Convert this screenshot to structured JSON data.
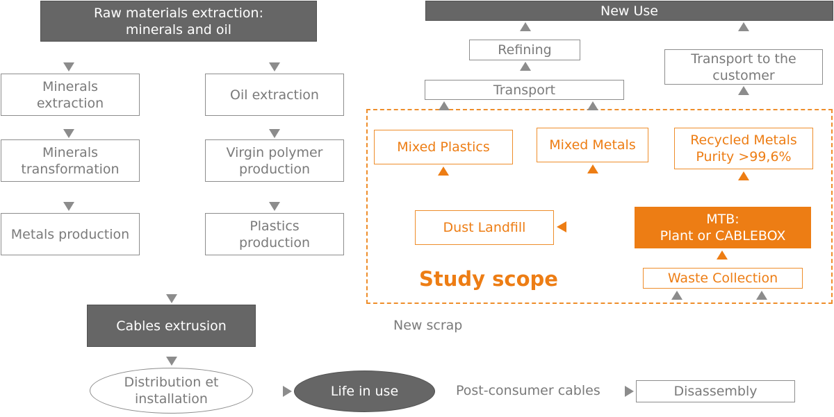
{
  "colors": {
    "gray_border": "#8c8c8c",
    "gray_text": "#7a7a7a",
    "dark_fill": "#666666",
    "orange": "#ed7d14",
    "arrow_gray": "#8c8c8c",
    "arrow_orange": "#ed7d14"
  },
  "nodes": {
    "raw_materials": "Raw materials extraction:\nminerals and oil",
    "minerals_extraction": "Minerals\nextraction",
    "minerals_transformation": "Minerals\ntransformation",
    "metals_production": "Metals production",
    "oil_extraction": "Oil extraction",
    "virgin_polymer": "Virgin polymer\nproduction",
    "plastics_production": "Plastics\nproduction",
    "cables_extrusion": "Cables extrusion",
    "distribution": "Distribution et\ninstallation",
    "life_in_use": "Life in use",
    "post_consumer": "Post-consumer cables",
    "disassembly": "Disassembly",
    "new_scrap": "New scrap",
    "new_use": "New Use",
    "refining": "Refining",
    "transport": "Transport",
    "transport_customer": "Transport to the\ncustomer",
    "mixed_plastics": "Mixed Plastics",
    "mixed_metals": "Mixed Metals",
    "recycled_metals": "Recycled Metals\nPurity >99,6%",
    "dust_landfill": "Dust Landfill",
    "mtb": "MTB:\nPlant or CABLEBOX",
    "waste_collection": "Waste Collection",
    "study_scope": "Study scope"
  },
  "arrows": {
    "gray": [
      {
        "from": "raw_materials",
        "to": "minerals_extraction",
        "dir": "down"
      },
      {
        "from": "raw_materials",
        "to": "oil_extraction",
        "dir": "down"
      },
      {
        "from": "minerals_extraction",
        "to": "minerals_transformation",
        "dir": "down"
      },
      {
        "from": "minerals_transformation",
        "to": "metals_production",
        "dir": "down"
      },
      {
        "from": "oil_extraction",
        "to": "virgin_polymer",
        "dir": "down"
      },
      {
        "from": "virgin_polymer",
        "to": "plastics_production",
        "dir": "down"
      },
      {
        "from": "metals_production",
        "to": "cables_extrusion",
        "dir": "down"
      },
      {
        "from": "cables_extrusion",
        "to": "distribution",
        "dir": "down"
      },
      {
        "from": "distribution",
        "to": "life_in_use",
        "dir": "right"
      },
      {
        "from": "post_consumer",
        "to": "disassembly",
        "dir": "right"
      },
      {
        "from": "refining",
        "to": "new_use",
        "dir": "up"
      },
      {
        "from": "transport",
        "to": "refining",
        "dir": "up"
      },
      {
        "from": "transport_customer",
        "to": "new_use",
        "dir": "up"
      },
      {
        "from": "mixed_plastics",
        "to": "transport",
        "dir": "up"
      },
      {
        "from": "mixed_metals",
        "to": "transport",
        "dir": "up"
      },
      {
        "from": "recycled_metals",
        "to": "transport_customer",
        "dir": "up"
      },
      {
        "from": "new_scrap",
        "to": "waste_collection",
        "dir": "up"
      },
      {
        "from": "disassembly",
        "to": "waste_collection",
        "dir": "up"
      }
    ],
    "orange": [
      {
        "from": "dust_landfill",
        "to": "mixed_plastics",
        "dir": "up"
      },
      {
        "from": "mtb",
        "to": "mixed_metals",
        "dir": "up"
      },
      {
        "from": "mtb",
        "to": "recycled_metals",
        "dir": "up"
      },
      {
        "from": "mtb",
        "to": "dust_landfill",
        "dir": "left"
      },
      {
        "from": "waste_collection",
        "to": "mtb",
        "dir": "up"
      }
    ]
  }
}
